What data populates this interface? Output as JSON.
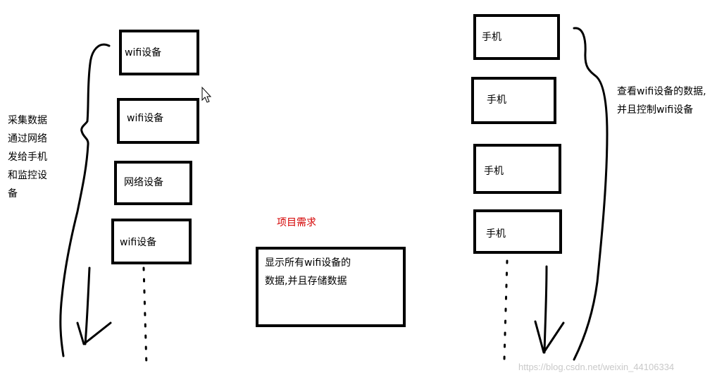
{
  "left_column": {
    "devices": [
      "wifi设备",
      "wifi设备",
      "网络设备",
      "wifi设备"
    ],
    "note_lines": [
      "采集数据",
      "通过网络",
      "发给手机",
      "和监控设",
      "备"
    ]
  },
  "center": {
    "title": "项目需求",
    "box_lines": [
      "显示所有wifi设备的",
      "数据,并且存储数据"
    ]
  },
  "right_column": {
    "phones": [
      "手机",
      "手机",
      "手机",
      "手机"
    ],
    "note_lines": [
      "查看wifi设备的数据,",
      "并且控制wifi设备"
    ]
  },
  "watermark": "https://blog.csdn.net/weixin_44106334",
  "colors": {
    "title": "#d40000",
    "stroke": "#000000",
    "watermark": "#c9c9c9"
  },
  "icons": [
    "cursor-arrow-icon"
  ]
}
